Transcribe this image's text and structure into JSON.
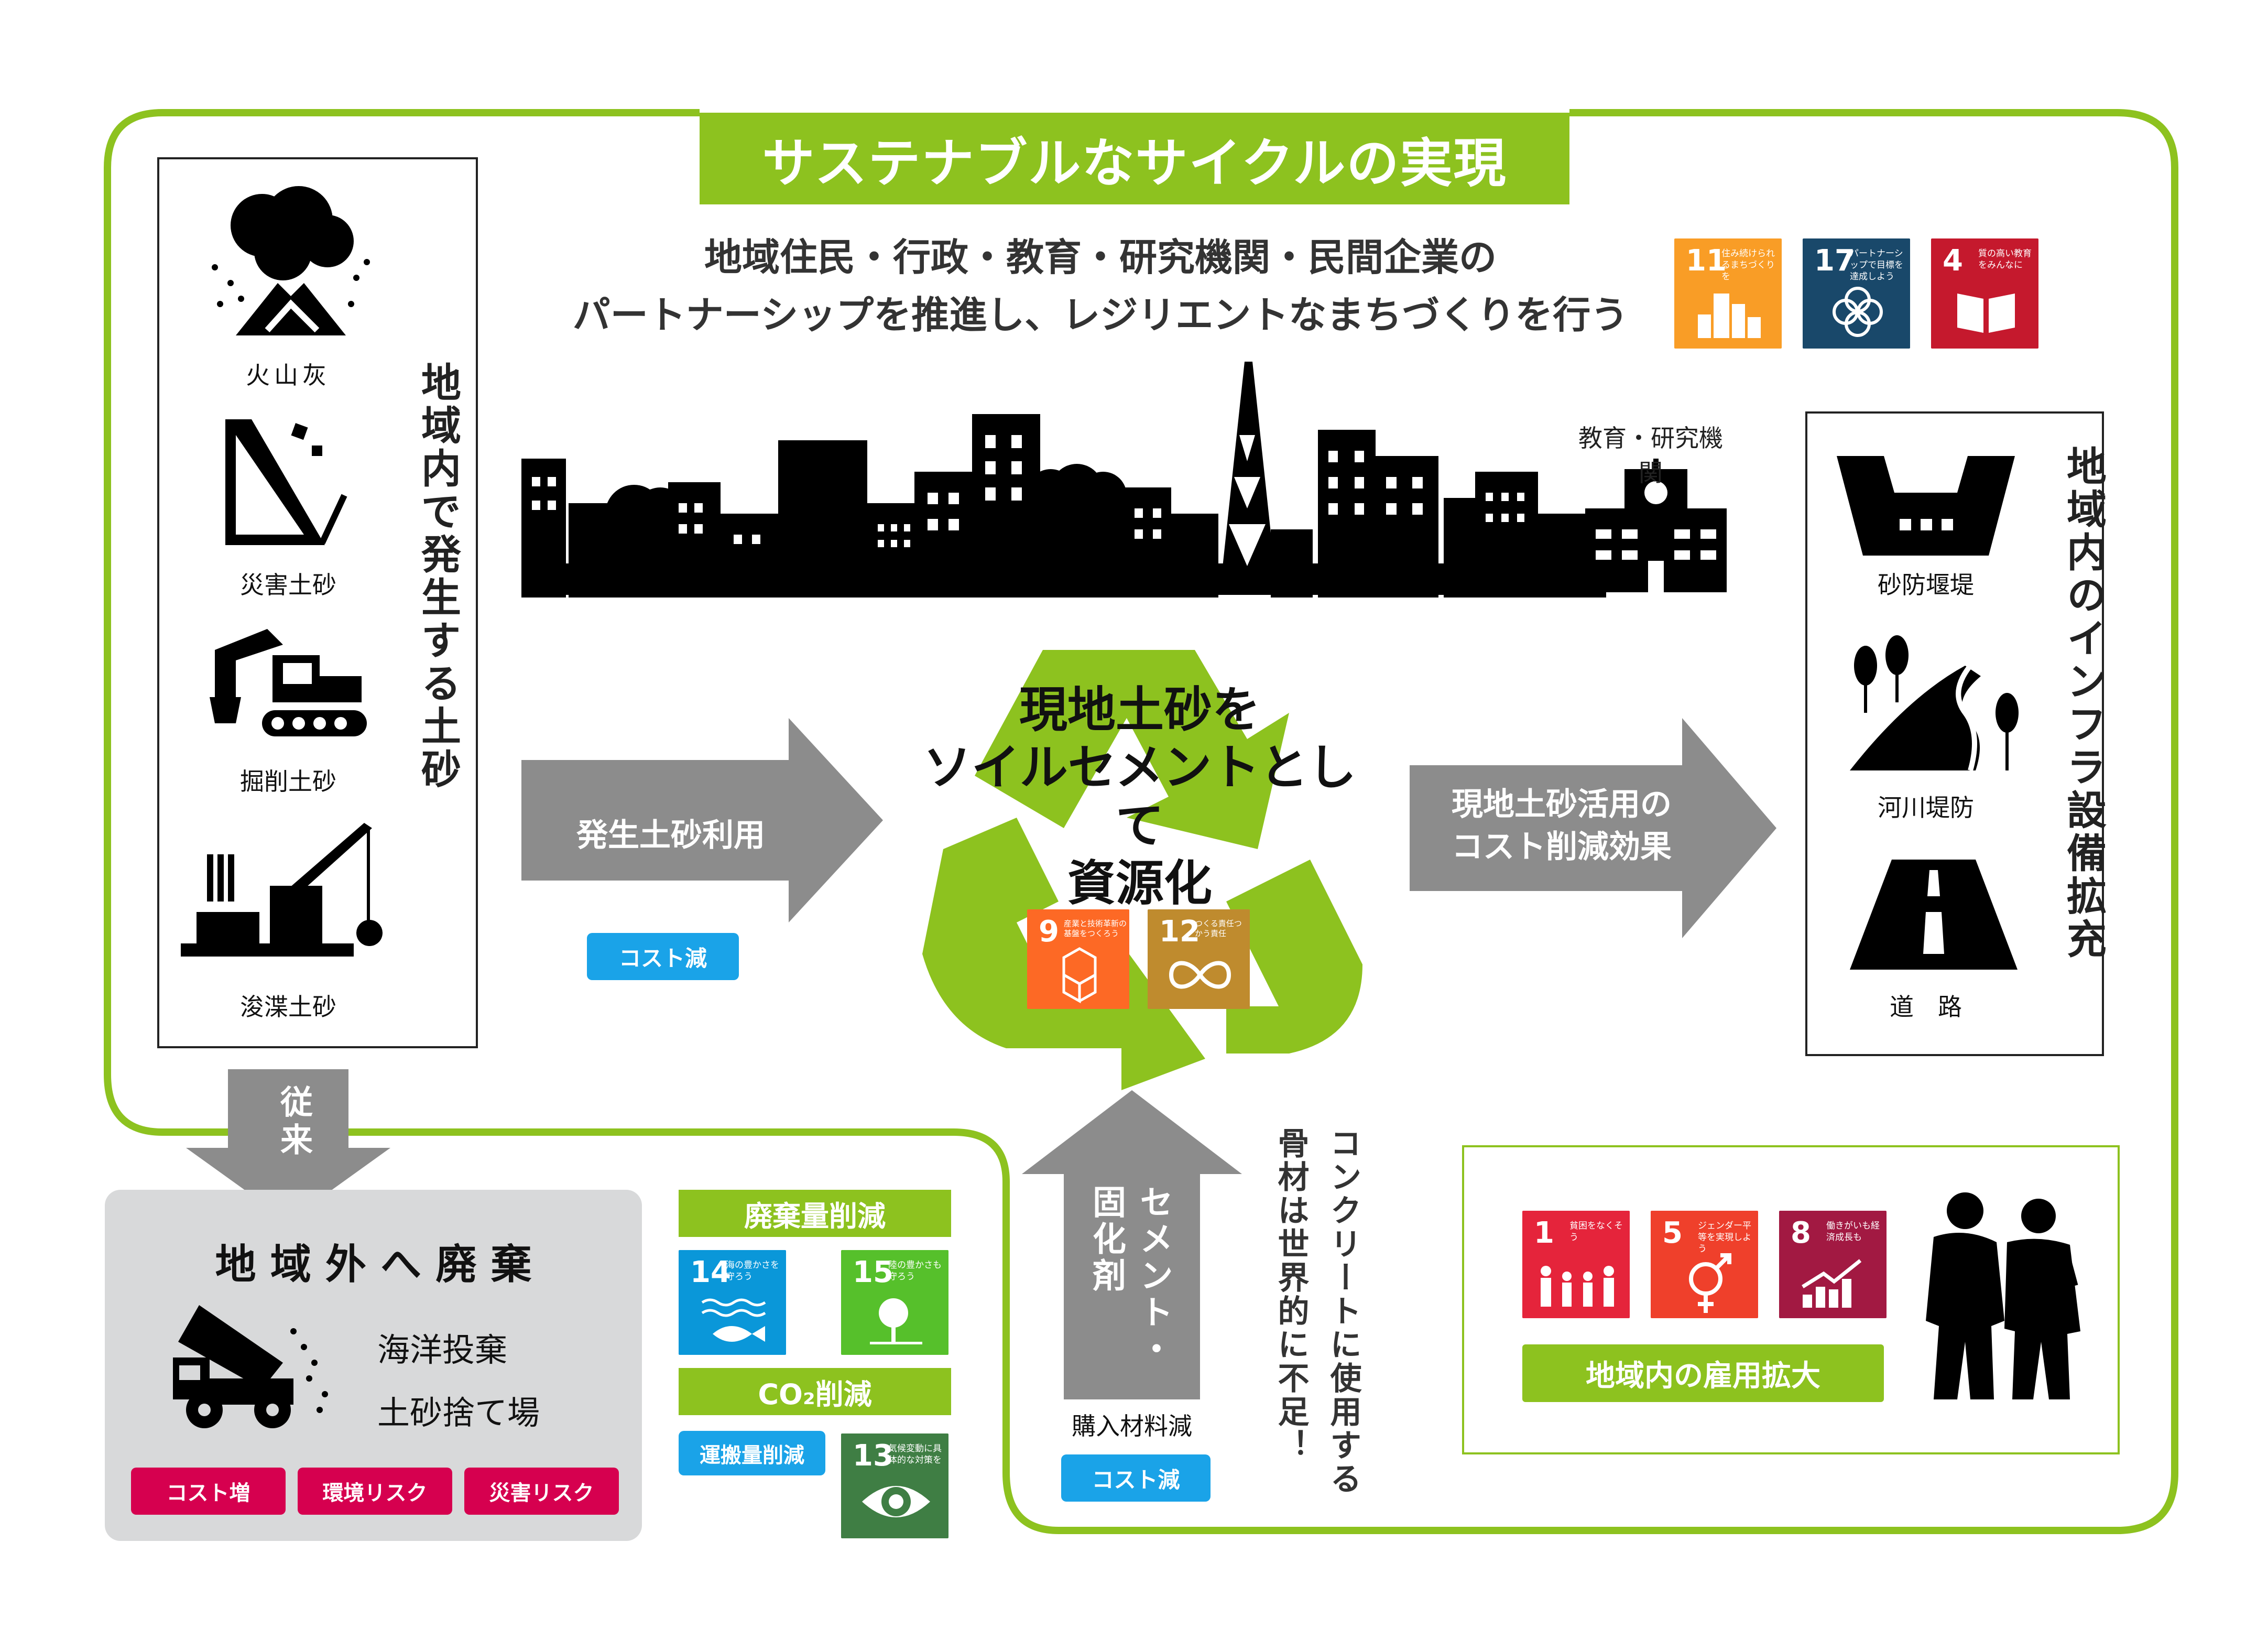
{
  "title": "サステナブルなサイクルの実現",
  "partnership": {
    "line1": "地域住民・行政・教育・研究機関・民間企業の",
    "line2": "パートナーシップを推進し、レジリエントなまちづくりを行う"
  },
  "top_sdgs": [
    {
      "num": "11",
      "text": "住み続けられるまちづくりを",
      "color": "#f99d26"
    },
    {
      "num": "17",
      "text": "パートナーシップで目標を達成しよう",
      "color": "#19486a"
    },
    {
      "num": "4",
      "text": "質の高い教育をみんなに",
      "color": "#c5192d"
    }
  ],
  "education_label": "教育・研究機関",
  "left_panel": {
    "vertical_title": "地域内で発生する土砂",
    "items": [
      "火山灰",
      "災害土砂",
      "掘削土砂",
      "浚渫土砂"
    ]
  },
  "right_panel": {
    "vertical_title": "地域内のインフラ設備拡充",
    "items": [
      "砂防堰堤",
      "河川堤防",
      "道　路"
    ]
  },
  "left_arrow": {
    "line1": "発生土砂利用",
    "badge": "コスト減"
  },
  "center": {
    "line1": "現地土砂を",
    "line2": "ソイルセメントとして",
    "line3": "資源化"
  },
  "center_sdgs": [
    {
      "num": "9",
      "text": "産業と技術革新の基盤をつくろう",
      "color": "#fd6925"
    },
    {
      "num": "12",
      "text": "つくる責任つかう責任",
      "color": "#bf8b2e"
    }
  ],
  "right_arrow": {
    "line1": "現地土砂活用の",
    "line2": "コスト削減効果"
  },
  "conventional": {
    "label": "従来",
    "heading": "地 域 外 へ 廃 棄",
    "item1": "海洋投棄",
    "item2": "土砂捨て場"
  },
  "risks": [
    "コスト増",
    "環境リスク",
    "災害リスク"
  ],
  "waste": {
    "label": "廃棄量削減"
  },
  "waste_sdgs": [
    {
      "num": "14",
      "text": "海の豊かさを守ろう",
      "color": "#0a97d9"
    },
    {
      "num": "15",
      "text": "陸の豊かさも守ろう",
      "color": "#56c02b"
    }
  ],
  "co2": {
    "label": "CO₂削減",
    "sub": "運搬量削減"
  },
  "co2_sdg": {
    "num": "13",
    "text": "気候変動に具体的な対策を",
    "color": "#3f7e44"
  },
  "up_arrow": {
    "line1": "セメント・",
    "line2": "固化剤",
    "sub": "購入材料減",
    "badge": "コスト減"
  },
  "concrete_note": {
    "line1": "コンクリートに使用する",
    "line2": "骨材は世界的に不足！"
  },
  "employment_sdgs": [
    {
      "num": "1",
      "text": "貧困をなくそう",
      "color": "#e5243b"
    },
    {
      "num": "5",
      "text": "ジェンダー平等を実現しよう",
      "color": "#ef402b"
    },
    {
      "num": "8",
      "text": "働きがいも経済成長も",
      "color": "#a21942"
    }
  ],
  "employment_label": "地域内の雇用拡大",
  "colors": {
    "green": "#8dc21f",
    "gray_arrow": "#8c8c8c",
    "cyan": "#1aa3e8",
    "magenta": "#d6004f",
    "panel_gray": "#d8d9da"
  }
}
